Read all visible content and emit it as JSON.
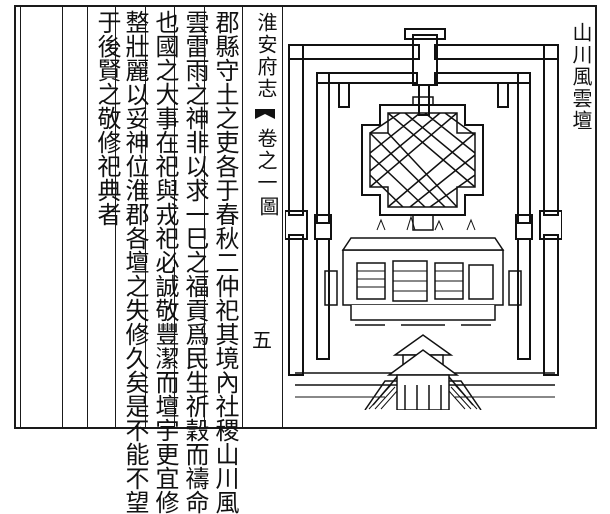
{
  "header": {
    "gazetteer_title": "淮安府志",
    "volume_label": "卷之一",
    "section_label": "圖",
    "page_number": "五"
  },
  "text_columns": [
    "郡縣守土之吏各于春秋二仲祀其境內社稷山川風",
    "雲雷雨之神非以求一巳之福貢爲民生祈穀而禱命",
    "也國之大事在祀與戎祀必誠敬豐潔而壇宇更宜修",
    "整壯麗以妥神位淮郡各壇之失修久矣是不能不望",
    "于後賢之敬修祀典者"
  ],
  "illustration": {
    "caption": "山川風雲壇",
    "icon": "altar-plan-woodcut"
  }
}
